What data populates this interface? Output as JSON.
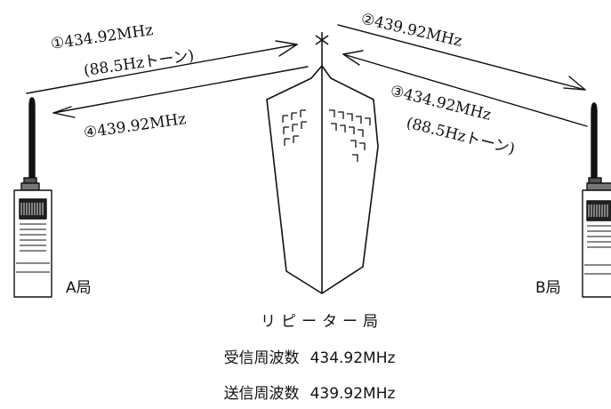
{
  "links": [
    {
      "num": "①",
      "freq": "434.92MHz",
      "tone": "(88.5Hzトーン)"
    },
    {
      "num": "②",
      "freq": "439.92MHz"
    },
    {
      "num": "③",
      "freq": "434.92MHz",
      "tone": "(88.5Hzトーン)"
    },
    {
      "num": "④",
      "freq": "439.92MHz"
    }
  ],
  "stations": {
    "a_label": "A局",
    "b_label": "B局"
  },
  "repeater": {
    "title": "リピーター局",
    "rx_label": "受信周波数",
    "rx_freq": "434.92MHz",
    "tx_label": "送信周波数",
    "tx_freq": "439.92MHz"
  }
}
